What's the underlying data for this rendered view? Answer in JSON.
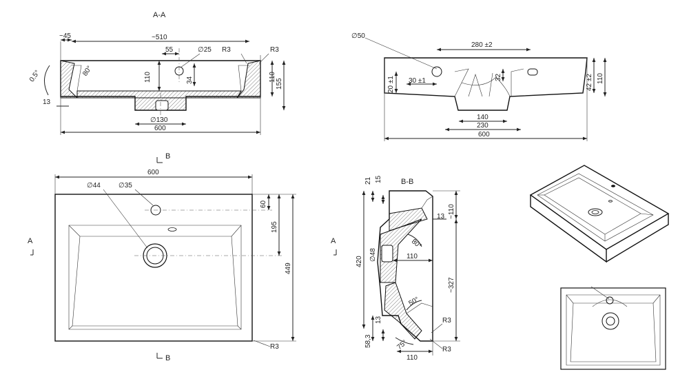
{
  "section_labels": {
    "aa": "A-A",
    "bb": "B-B",
    "b_top": "B",
    "b_bottom": "B",
    "a_left": "A",
    "a_right": "A"
  },
  "view_aa": {
    "d_45": "~45",
    "d_510": "~510",
    "d_55": "55",
    "d_25": "∅25",
    "r3": "R3",
    "ang_05": "0.5°",
    "ang_80": "80°",
    "d_110a": "110",
    "d_34": "34",
    "d_110b": "110",
    "d_155": "155",
    "d_13": "13",
    "d_130": "∅130",
    "d_600": "600"
  },
  "view_side": {
    "d_50": "∅50",
    "d_280": "280 ±2",
    "d_32": "32",
    "d_20": "20 ±1",
    "d_30": "30 ±1",
    "d_42": "42 ±2",
    "d_110": "110",
    "d_140": "140",
    "d_230": "230",
    "d_600": "600"
  },
  "view_top": {
    "d_600": "600",
    "d_44": "∅44",
    "d_35": "∅35",
    "d_60": "60",
    "d_195": "195",
    "d_449": "449",
    "r3": "R3"
  },
  "view_bb": {
    "d_21": "21",
    "d_15": "15",
    "d_110a": "~110",
    "d_13a": "13",
    "d_420": "420",
    "d_48": "∅48",
    "ang_80": "80°",
    "d_110b": "110",
    "d_327": "~327",
    "ang_50": "50°",
    "r3a": "R3",
    "d_583": "58,3",
    "d_13b": "13",
    "ang_75": "75°",
    "r3b": "R3",
    "d_110c": "110"
  }
}
